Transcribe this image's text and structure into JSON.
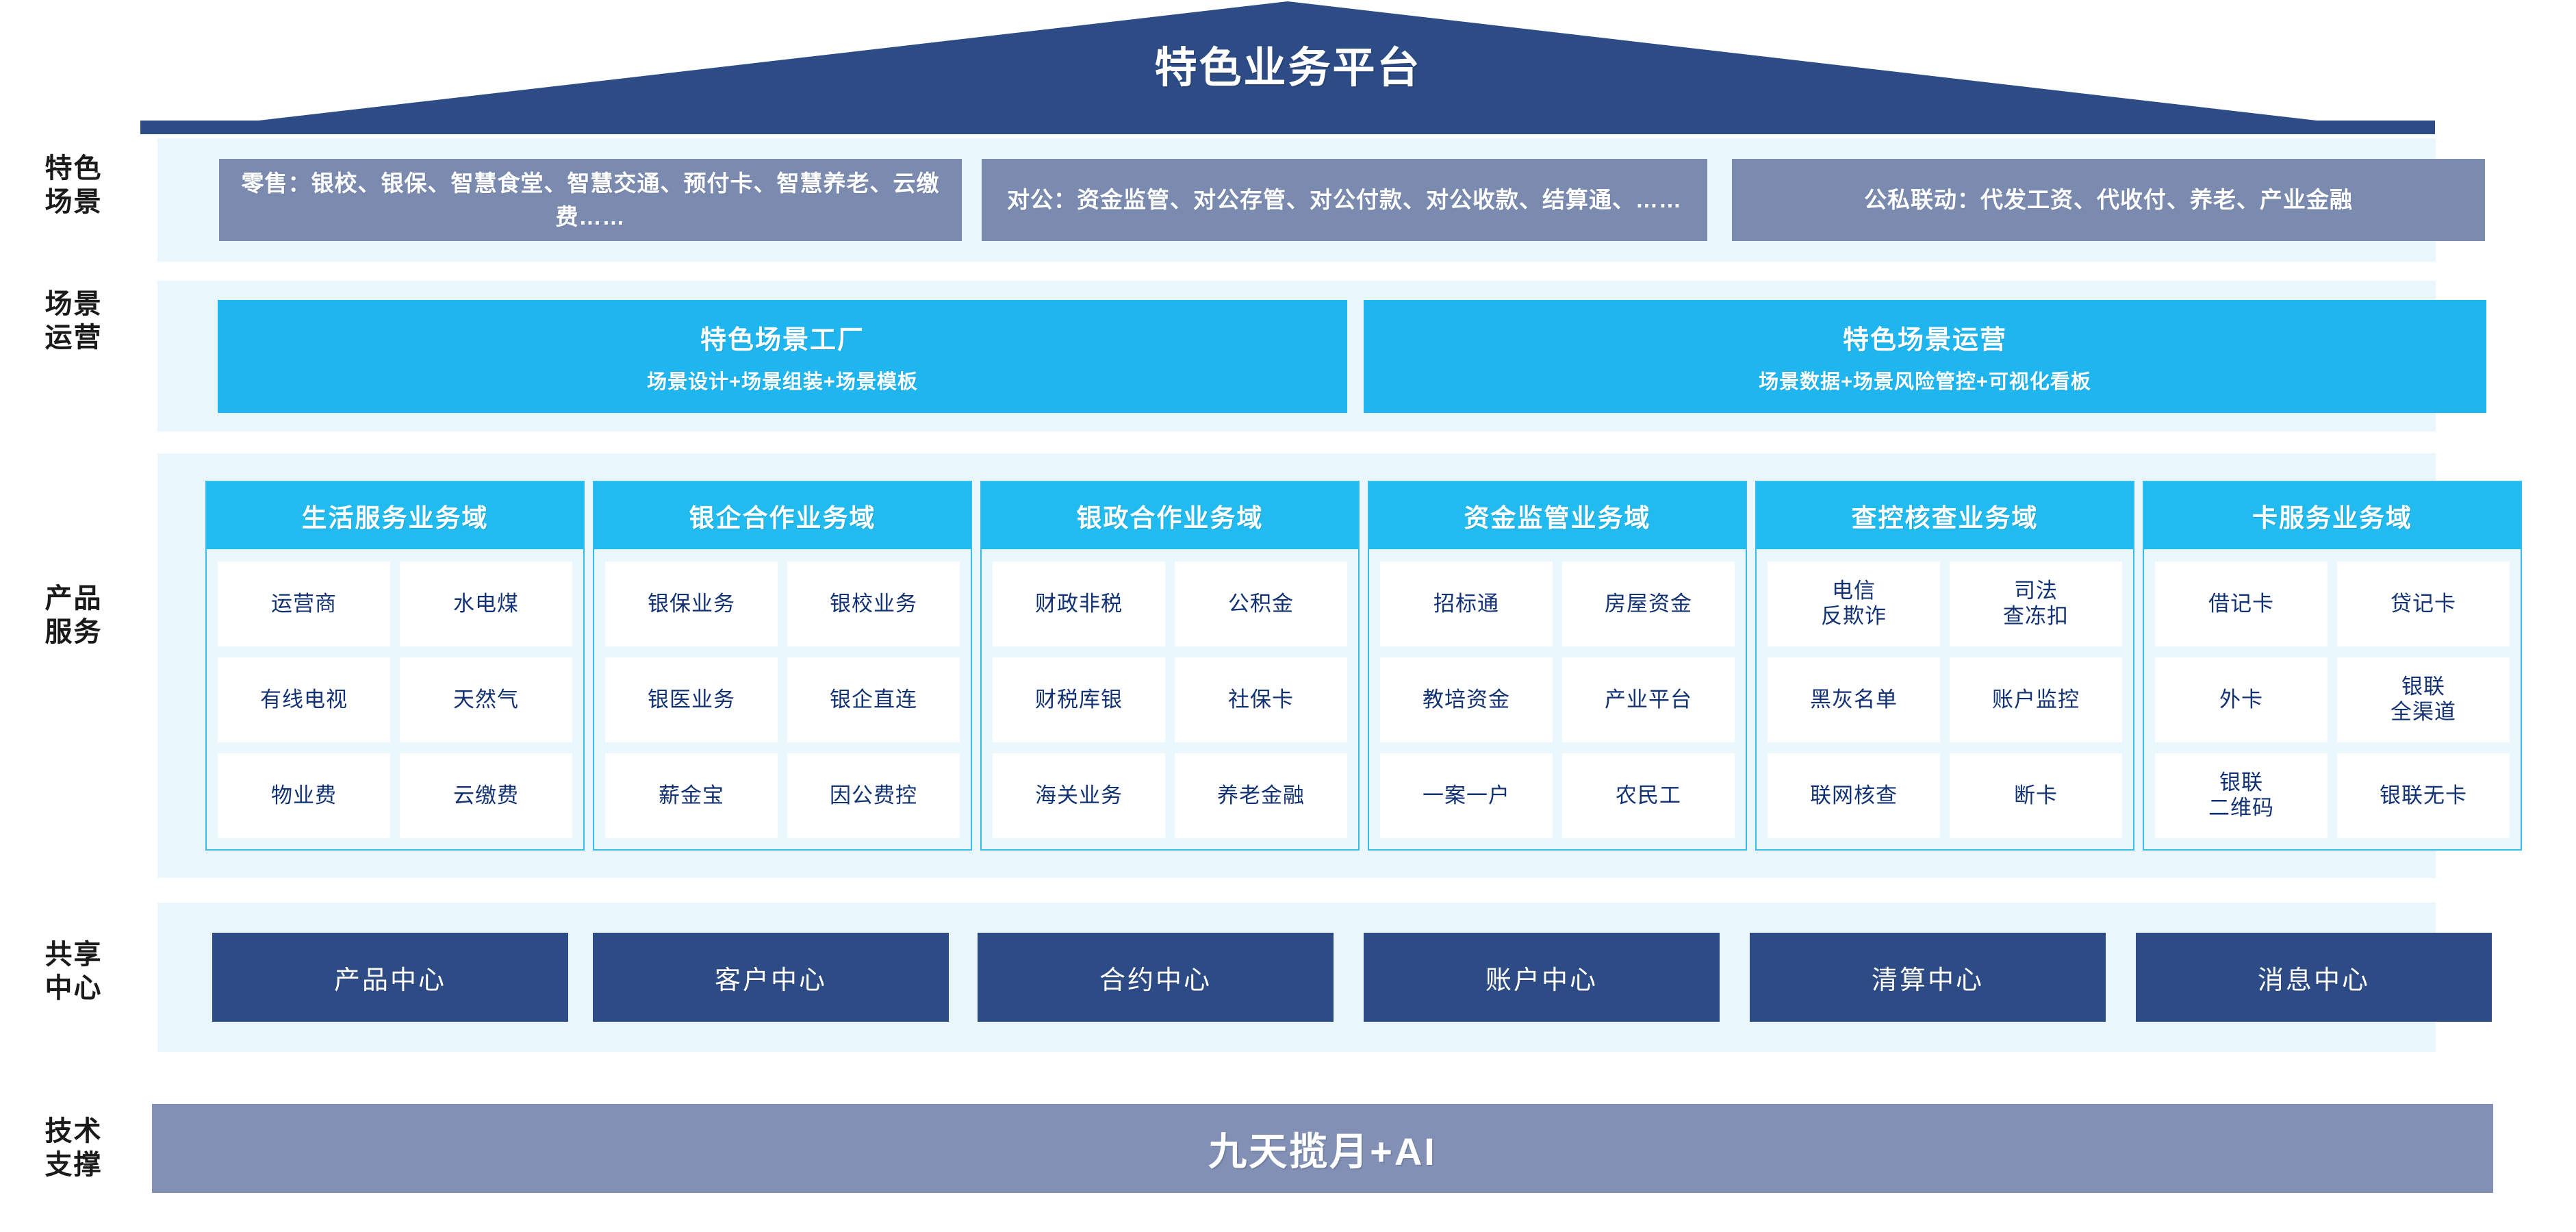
{
  "header": {
    "title": "特色业务平台"
  },
  "rails": [
    {
      "key": "scenario",
      "label": "特色\n场景"
    },
    {
      "key": "operation",
      "label": "场景\n运营"
    },
    {
      "key": "product",
      "label": "产品\n服务"
    },
    {
      "key": "shared",
      "label": "共享\n中心"
    },
    {
      "key": "tech",
      "label": "技术\n支撑"
    }
  ],
  "scenario_row": {
    "boxes": [
      {
        "name": "retail",
        "text": "零售：银校、银保、智慧食堂、智慧交通、预付卡、智慧养老、云缴费……"
      },
      {
        "name": "corporate",
        "text": "对公：资金监管、对公存管、对公付款、对公收款、结算通、……"
      },
      {
        "name": "linkage",
        "text": "公私联动：代发工资、代收付、养老、产业金融"
      }
    ]
  },
  "operation_row": {
    "boxes": [
      {
        "name": "scene-factory",
        "title": "特色场景工厂",
        "subtitle": "场景设计+场景组装+场景模板"
      },
      {
        "name": "scene-operation",
        "title": "特色场景运营",
        "subtitle": "场景数据+场景风险管控+可视化看板"
      }
    ]
  },
  "product_row": {
    "domains": [
      {
        "name": "life-service",
        "title": "生活服务业务域",
        "items": [
          "运营商",
          "水电煤",
          "有线电视",
          "天然气",
          "物业费",
          "云缴费"
        ]
      },
      {
        "name": "bank-enterprise",
        "title": "银企合作业务域",
        "items": [
          "银保业务",
          "银校业务",
          "银医业务",
          "银企直连",
          "薪金宝",
          "因公费控"
        ]
      },
      {
        "name": "bank-government",
        "title": "银政合作业务域",
        "items": [
          "财政非税",
          "公积金",
          "财税库银",
          "社保卡",
          "海关业务",
          "养老金融"
        ]
      },
      {
        "name": "fund-supervision",
        "title": "资金监管业务域",
        "items": [
          "招标通",
          "房屋资金",
          "教培资金",
          "产业平台",
          "一案一户",
          "农民工"
        ]
      },
      {
        "name": "investigation",
        "title": "查控核查业务域",
        "items": [
          "电信\n反欺诈",
          "司法\n查冻扣",
          "黑灰名单",
          "账户监控",
          "联网核查",
          "断卡"
        ]
      },
      {
        "name": "card-service",
        "title": "卡服务业务域",
        "items": [
          "借记卡",
          "贷记卡",
          "外卡",
          "银联\n全渠道",
          "银联\n二维码",
          "银联无卡"
        ]
      }
    ]
  },
  "shared_row": {
    "centers": [
      {
        "name": "product-center",
        "label": "产品中心"
      },
      {
        "name": "customer-center",
        "label": "客户中心"
      },
      {
        "name": "contract-center",
        "label": "合约中心"
      },
      {
        "name": "account-center",
        "label": "账户中心"
      },
      {
        "name": "clearing-center",
        "label": "清算中心"
      },
      {
        "name": "message-center",
        "label": "消息中心"
      }
    ]
  },
  "tech_row": {
    "label": "九天揽月+AI"
  },
  "colors": {
    "roof_navy": "#2d4b85",
    "band_light": "#e9f7fd",
    "scenario_slate": "#7b8bb0",
    "operation_cyan": "#1fb6ef",
    "domain_cyan": "#22bbef",
    "domain_border": "#35bdf0",
    "domain_bg": "#eaf8fe",
    "cell_text": "#123274",
    "center_navy": "#2d4b85",
    "tech_slate": "#8190b4"
  }
}
